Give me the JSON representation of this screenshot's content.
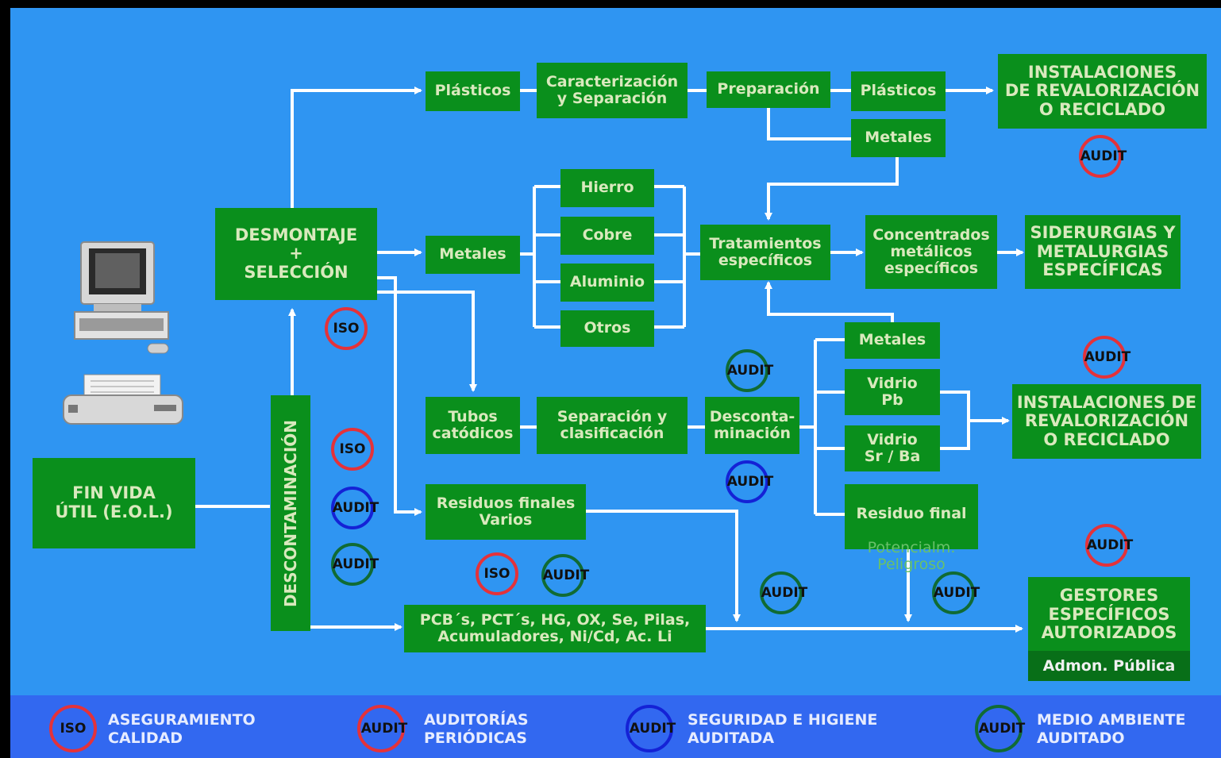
{
  "boxes": {
    "fin_vida": "FIN VIDA\nÚTIL (E.O.L.)",
    "desmontaje": "DESMONTAJE\n+\nSELECCIÓN",
    "descontaminacion": "DESCONTAMINACIÓN",
    "plasticos_1": "Plásticos",
    "caracterizacion": "Caracterización\ny Separación",
    "preparacion": "Preparación",
    "plasticos_2": "Plásticos",
    "metales_top": "Metales",
    "instalaciones_1": "INSTALACIONES\nDE REVALORIZACIÓN\nO RECICLADO",
    "metales_mid": "Metales",
    "hierro": "Hierro",
    "cobre": "Cobre",
    "aluminio": "Aluminio",
    "otros": "Otros",
    "tratamientos": "Tratamientos\nespecíficos",
    "concentrados": "Concentrados\nmetálicos\nespecíficos",
    "siderurgias": "SIDERURGIAS Y\nMETALURGIAS\nESPECÍFICAS",
    "tubos": "Tubos\ncatódicos",
    "separacion": "Separación y\nclasificación",
    "descontaminacion_2": "Desconta-\nminación",
    "metales_right": "Metales",
    "vidrio_pb": "Vidrio\nPb",
    "vidrio_sr": "Vidrio\nSr / Ba",
    "residuo_final": "Residuo final",
    "residuo_final_sub": "Potencialm.\nPeligroso",
    "instalaciones_2": "INSTALACIONES DE\nREVALORIZACIÓN\nO RECICLADO",
    "residuos_varios": "Residuos finales\nVarios",
    "pcb": "PCB´s, PCT´s, HG, OX, Se, Pilas,\nAcumuladores, Ni/Cd, Ac. Li",
    "gestores": "GESTORES\nESPECÍFICOS\nAUTORIZADOS",
    "admon": "Admon. Pública"
  },
  "badges": {
    "iso": "ISO",
    "audit": "AUDIT"
  },
  "legend": {
    "iso_label": "ASEGURAMIENTO\nCALIDAD",
    "red_label": "AUDITORÍAS\nPERIÓDICAS",
    "blue_label": "SEGURIDAD E HIGIENE\nAUDITADA",
    "green_label": "MEDIO AMBIENTE\nAUDITADO"
  },
  "icons": [
    "computer-icon",
    "printer-icon"
  ],
  "colors": {
    "background": "#2f95f2",
    "legend_bar": "#3268f0",
    "box": "#0a8f1c",
    "iso_red": "#e4323a",
    "audit_blue": "#1422d6",
    "audit_green": "#106b34"
  }
}
